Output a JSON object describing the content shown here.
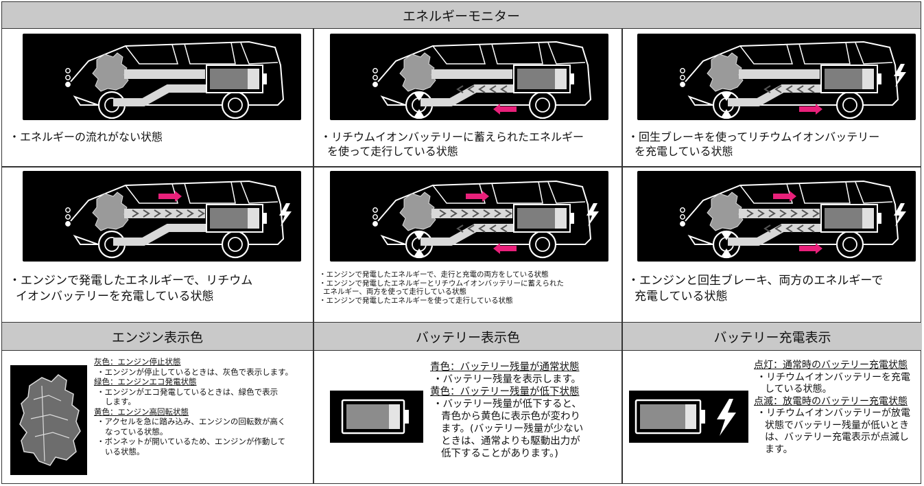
{
  "title": "エネルギーモニター",
  "panels": [
    {
      "caption_lines": [
        "・エネルギーの流れがない状態"
      ]
    },
    {
      "caption_lines": [
        "・リチウムイオンバッテリーに蓄えられたエネルギー",
        "を使って走行している状態"
      ]
    },
    {
      "caption_lines": [
        "・回生ブレーキを使ってリチウムイオンバッテリー",
        "を充電している状態"
      ]
    },
    {
      "caption_lines": [
        "・エンジンで発電したエネルギーで、リチウム",
        "イオンバッテリーを充電している状態"
      ]
    },
    {
      "caption_lines": [
        "・エンジンで発電したエネルギーで、走行と充電の両方をしている状態",
        "・エンジンで発電したエネルギーとリチウムイオンバッテリーに蓄えられた",
        "エネルギー、両方を使って走行している状態",
        "・エンジンで発電したエネルギーを使って走行している状態"
      ]
    },
    {
      "caption_lines": [
        "・エンジンと回生ブレーキ、両方のエネルギーで",
        "充電している状態"
      ]
    }
  ],
  "sections": [
    {
      "header": "エンジン表示色",
      "lines": [
        "灰色：エンジン停止状態",
        "・エンジンが停止しているときは、灰色で表示します。",
        "緑色：エンジンエコ発電状態",
        "・エンジンがエコ発電しているときは、緑色で表示",
        "します。",
        "黄色：エンジン高回転状態",
        "・アクセルを急に踏み込み、エンジンの回転数が高く",
        "なっている状態。",
        "・ボンネットが開いているため、エンジンが作動して",
        "いる状態。"
      ]
    },
    {
      "header": "バッテリー表示色",
      "lines": [
        "青色：バッテリー残量が通常状態",
        "・バッテリー残量を表示します。",
        "黄色：バッテリー残量が低下状態",
        "・バッテリー残量が低下すると、",
        "青色から黄色に表示色が変わり",
        "ます。(バッテリー残量が少ない",
        "ときは、通常よりも駆動出力が",
        "低下することがあります。)"
      ]
    },
    {
      "header": "バッテリー充電表示",
      "lines": [
        "点灯：通常時のバッテリー充電状態",
        "・リチウムイオンバッテリーを充電",
        "している状態。",
        "点滅：放電時のバッテリー充電状態",
        "・リチウムイオンバッテリーが放電",
        "状態でバッテリー残量が低いとき",
        "は、バッテリー充電表示が点滅し",
        "ます。"
      ]
    }
  ],
  "colors": {
    "header_bg": "#c9c9c9",
    "panel_bg": "#000000",
    "arrow": "#e8207a",
    "line": "#ffffff"
  }
}
